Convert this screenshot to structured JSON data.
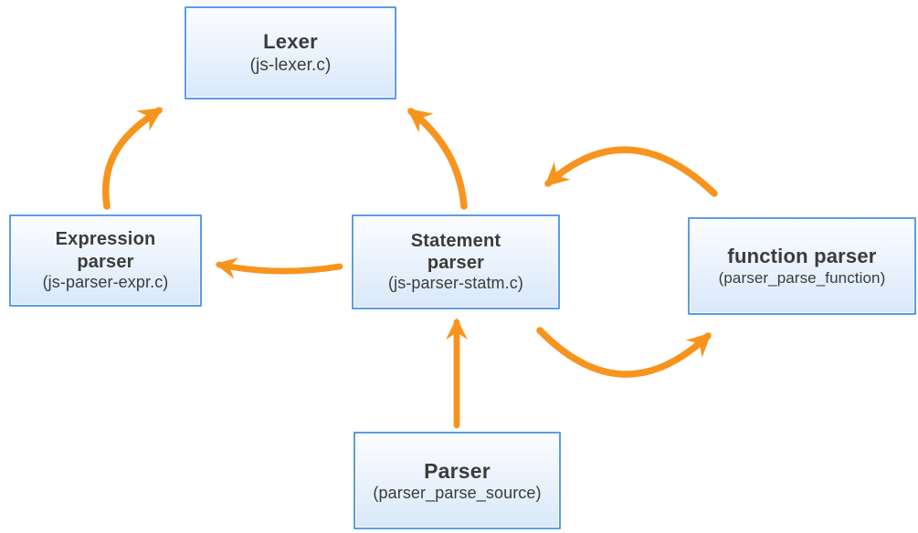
{
  "diagram": {
    "background": "#ffffff",
    "colors": {
      "arrow": "#F7941E",
      "node_border": "#5B9CE6",
      "node_fill_top": "#FCFDFF",
      "node_fill_bottom": "#D9E8FA",
      "text": "#3B3B3B"
    },
    "nodes": {
      "lexer": {
        "title": "Lexer",
        "subtitle": "(js-lexer.c)"
      },
      "expression_parser": {
        "title": "Expression parser",
        "subtitle": "(js-parser-expr.c)"
      },
      "statement_parser": {
        "title": "Statement parser",
        "subtitle": "(js-parser-statm.c)"
      },
      "function_parser": {
        "title": "function parser",
        "subtitle": "(parser_parse_function)"
      },
      "parser": {
        "title": "Parser",
        "subtitle": "(parser_parse_source)"
      }
    },
    "edges": [
      {
        "from": "expression_parser",
        "to": "lexer"
      },
      {
        "from": "statement_parser",
        "to": "lexer"
      },
      {
        "from": "statement_parser",
        "to": "expression_parser"
      },
      {
        "from": "function_parser",
        "to": "statement_parser"
      },
      {
        "from": "statement_parser",
        "to": "function_parser"
      },
      {
        "from": "parser",
        "to": "statement_parser"
      }
    ]
  }
}
